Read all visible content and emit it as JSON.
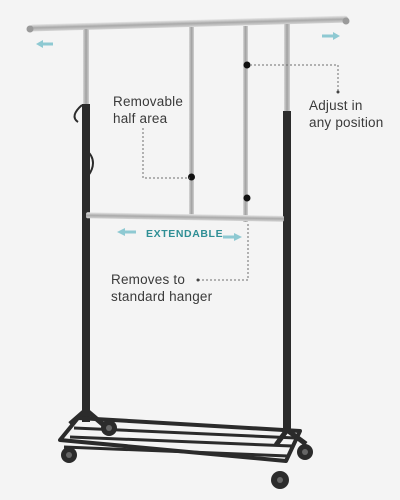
{
  "labels": {
    "removable_line1": "Removable",
    "removable_line2": "half area",
    "adjust_line1": "Adjust in",
    "adjust_line2": "any position",
    "removes_line1": "Removes to",
    "removes_line2": "standard hanger",
    "extendable": "EXTENDABLE"
  },
  "colors": {
    "background": "#f4f4f4",
    "frame_dark": "#2b2b2b",
    "chrome": "#b8b8b8",
    "arrow": "#8ec9d2",
    "accent_text": "#2f8f95"
  },
  "icons": {
    "left_arrow": "arrow-left-icon",
    "right_arrow": "arrow-right-icon"
  }
}
